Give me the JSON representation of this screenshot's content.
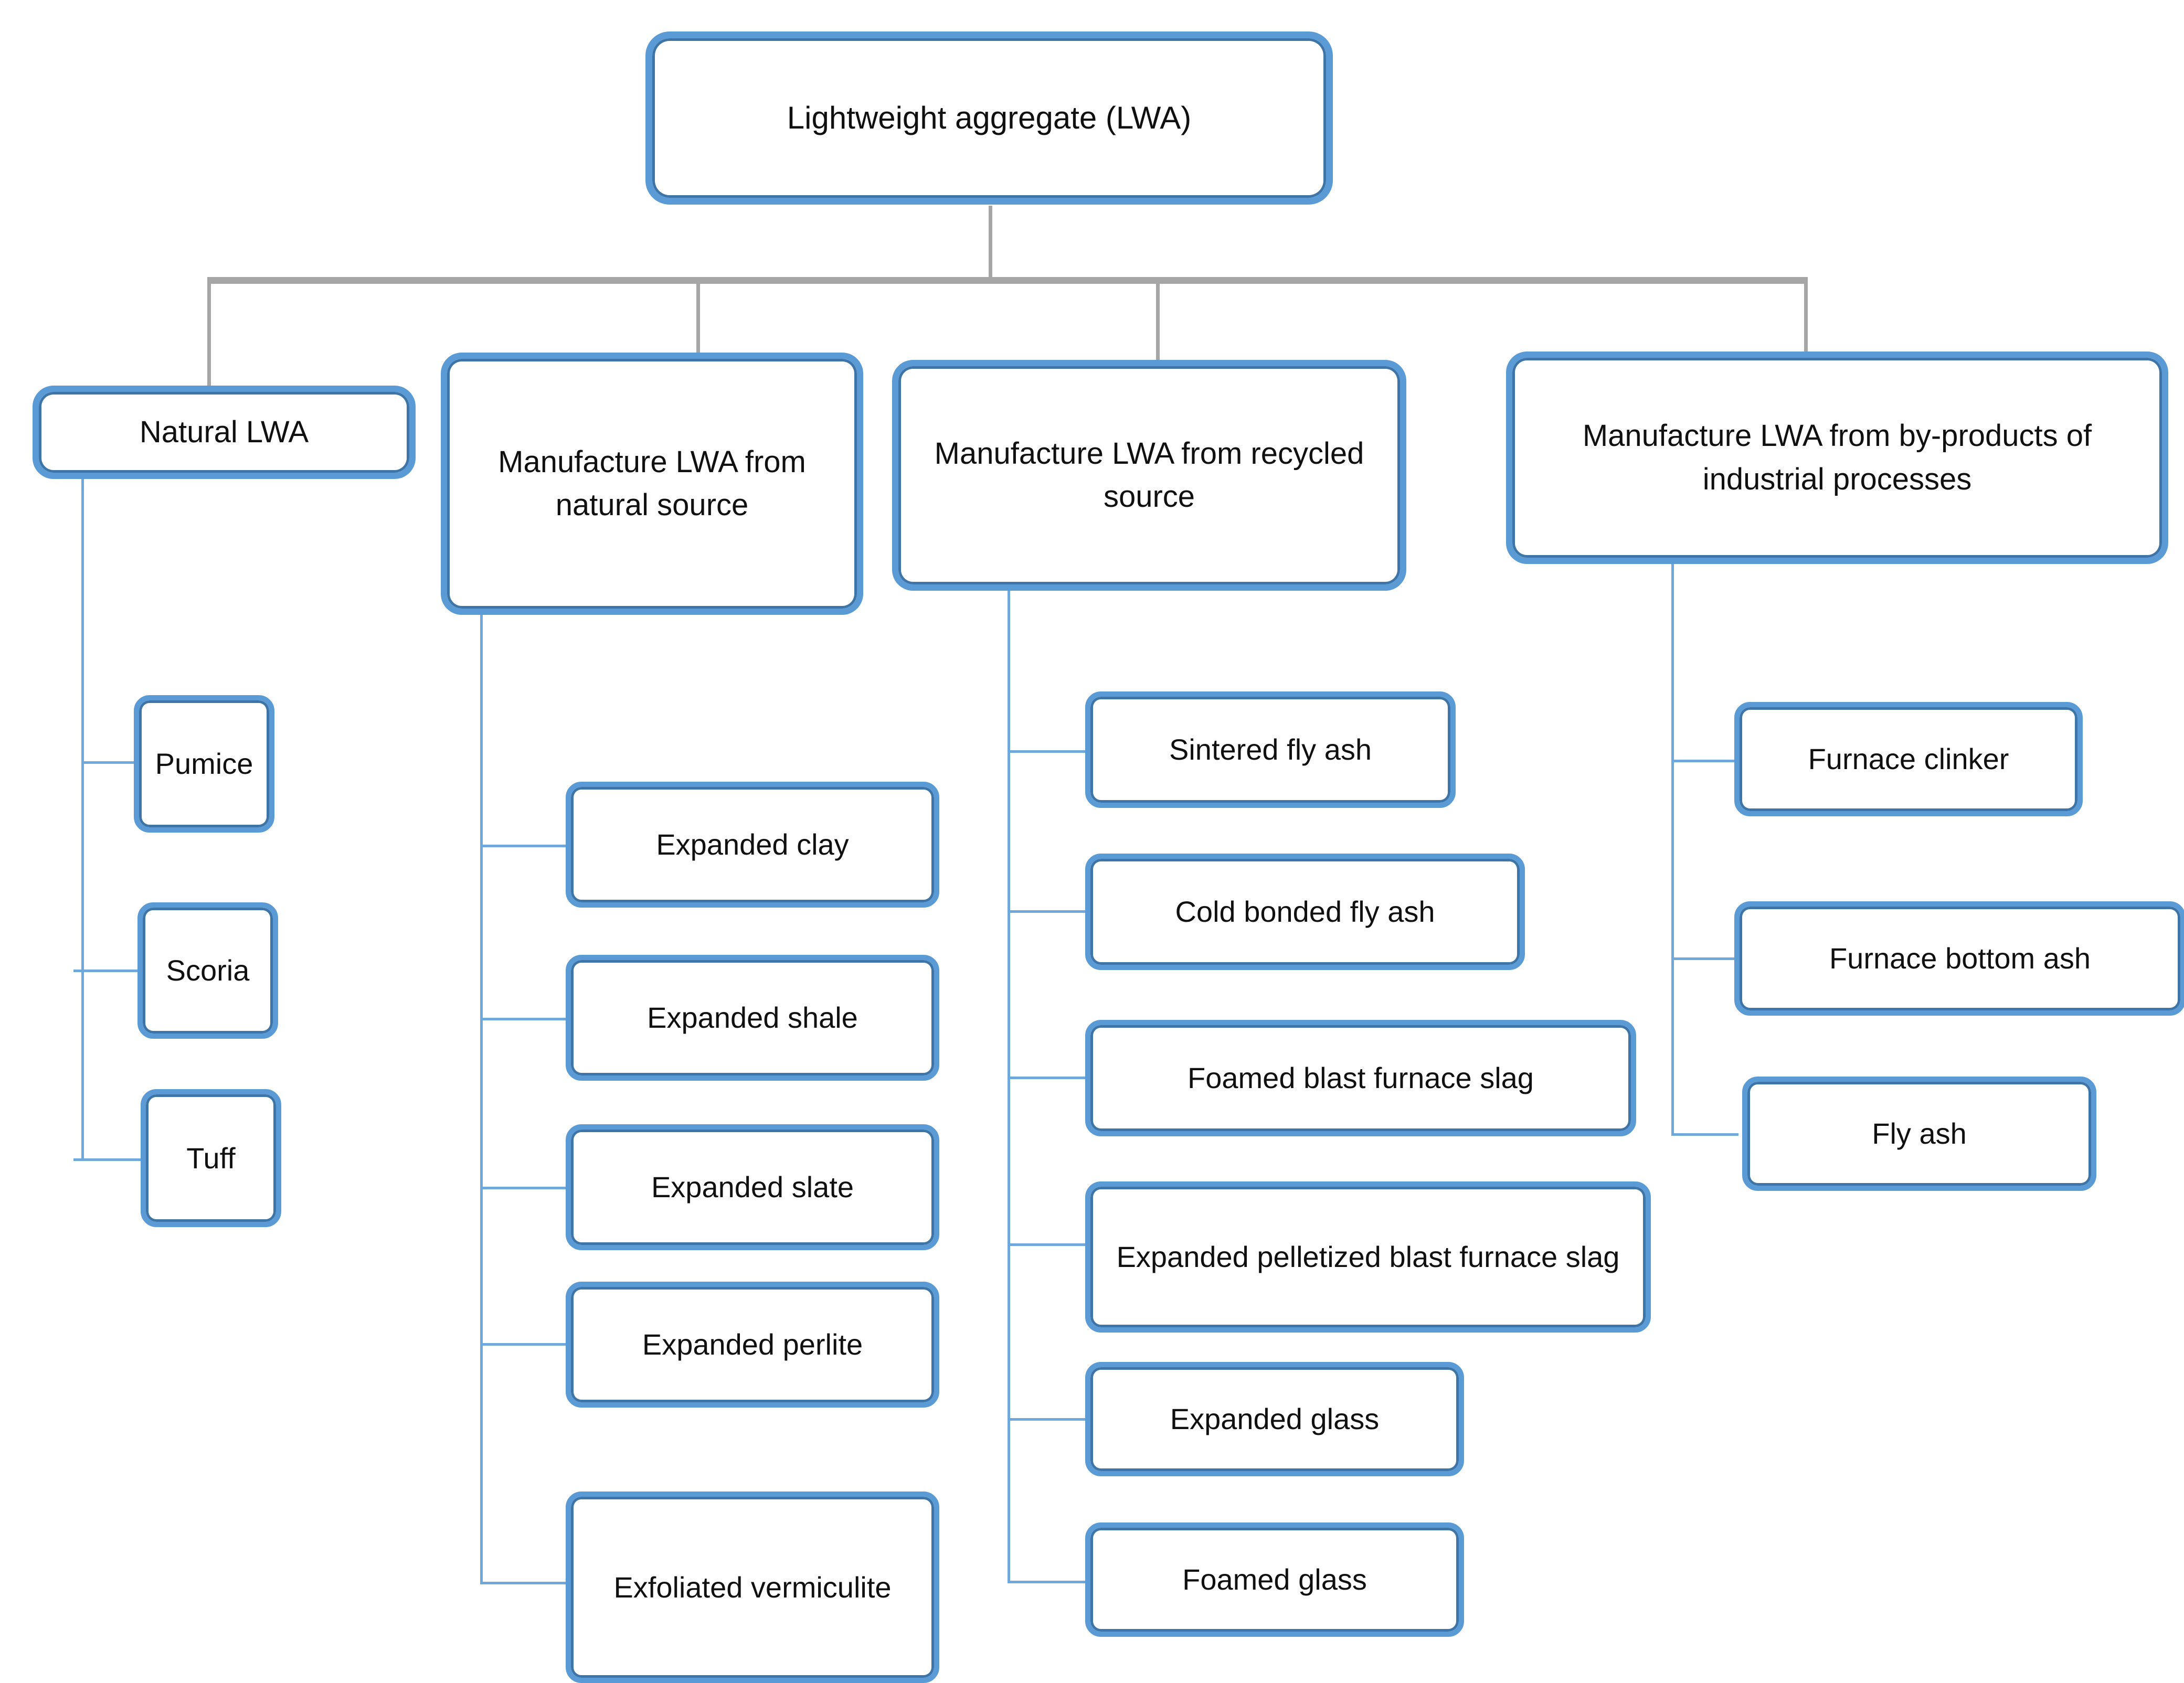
{
  "diagram": {
    "title": "Lightweight aggregate (LWA) classification tree",
    "type": "hierarchy-tree",
    "colors": {
      "box_border_outer": "#5b9bd5",
      "box_border_inner": "#3d75a8",
      "box_fill": "#ffffff",
      "text": "#101010",
      "connector_level1": "#a6a6a6",
      "connector_level2": "#6fa8dc",
      "background": "#ffffff"
    },
    "root": {
      "label": "Lightweight aggregate (LWA)"
    },
    "branches": [
      {
        "label": "Natural LWA",
        "children": [
          {
            "label": "Pumice"
          },
          {
            "label": "Scoria"
          },
          {
            "label": "Tuff"
          }
        ]
      },
      {
        "label": "Manufacture LWA from natural source",
        "children": [
          {
            "label": "Expanded clay"
          },
          {
            "label": "Expanded shale"
          },
          {
            "label": "Expanded slate"
          },
          {
            "label": "Expanded perlite"
          },
          {
            "label": "Exfoliated vermiculite"
          }
        ]
      },
      {
        "label": "Manufacture LWA from recycled source",
        "children": [
          {
            "label": "Sintered fly ash"
          },
          {
            "label": "Cold bonded fly ash"
          },
          {
            "label": "Foamed blast furnace slag"
          },
          {
            "label": "Expanded pelletized blast furnace slag"
          },
          {
            "label": "Expanded glass"
          },
          {
            "label": "Foamed glass"
          }
        ]
      },
      {
        "label": "Manufacture LWA from by-products of industrial processes",
        "children": [
          {
            "label": "Furnace clinker"
          },
          {
            "label": "Furnace bottom ash"
          },
          {
            "label": "Fly ash"
          }
        ]
      }
    ]
  }
}
